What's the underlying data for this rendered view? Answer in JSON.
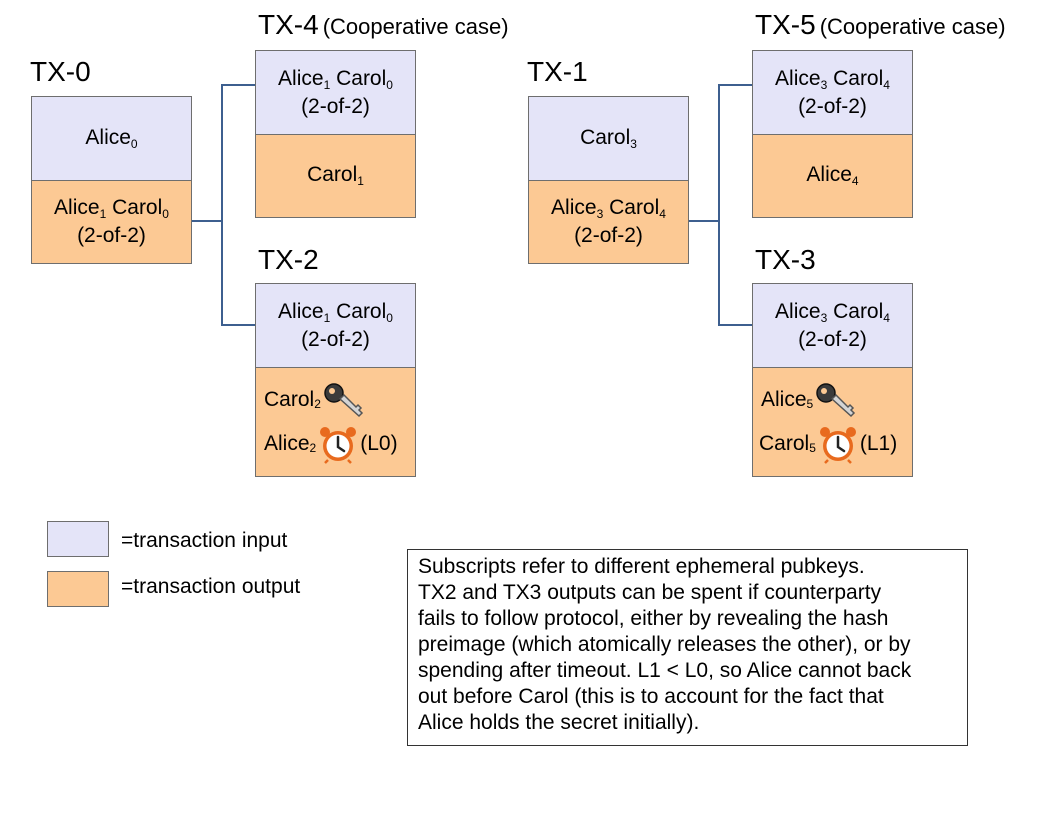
{
  "tx0": {
    "title": "TX-0",
    "input": {
      "name": "Alice",
      "sub": "0"
    },
    "output": {
      "a": "Alice",
      "a_sub": "1",
      "b": "Carol",
      "b_sub": "0",
      "kind": "(2-of-2)"
    }
  },
  "tx1": {
    "title": "TX-1",
    "input": {
      "name": "Carol",
      "sub": "3"
    },
    "output": {
      "a": "Alice",
      "a_sub": "3",
      "b": "Carol",
      "b_sub": "4",
      "kind": "(2-of-2)"
    }
  },
  "tx4": {
    "title": "TX-4",
    "subtitle": "(Cooperative case)",
    "input": {
      "a": "Alice",
      "a_sub": "1",
      "b": "Carol",
      "b_sub": "0",
      "kind": "(2-of-2)"
    },
    "output": {
      "name": "Carol",
      "sub": "1"
    }
  },
  "tx5": {
    "title": "TX-5",
    "subtitle": "(Cooperative case)",
    "input": {
      "a": "Alice",
      "a_sub": "3",
      "b": "Carol",
      "b_sub": "4",
      "kind": "(2-of-2)"
    },
    "output": {
      "name": "Alice",
      "sub": "4"
    }
  },
  "tx2": {
    "title": "TX-2",
    "input": {
      "a": "Alice",
      "a_sub": "1",
      "b": "Carol",
      "b_sub": "0",
      "kind": "(2-of-2)"
    },
    "output": {
      "line1": {
        "name": "Carol",
        "sub": "2",
        "icon": "key-icon"
      },
      "line2": {
        "name": "Alice",
        "sub": "2",
        "icon": "alarm-clock-icon",
        "suffix": "(L0)"
      }
    }
  },
  "tx3": {
    "title": "TX-3",
    "input": {
      "a": "Alice",
      "a_sub": "3",
      "b": "Carol",
      "b_sub": "4",
      "kind": "(2-of-2)"
    },
    "output": {
      "line1": {
        "name": "Alice",
        "sub": "5",
        "icon": "key-icon"
      },
      "line2": {
        "name": "Carol",
        "sub": "5",
        "icon": "alarm-clock-icon",
        "suffix": "(L1)"
      }
    }
  },
  "legend": {
    "input_label": "=transaction input",
    "output_label": "=transaction output",
    "input_color": "#e4e4f8",
    "output_color": "#fcc994"
  },
  "note": {
    "lines": [
      "Subscripts refer to different ephemeral pubkeys.",
      "TX2 and TX3 outputs can be spent if counterparty",
      "fails to follow protocol, either by revealing the hash",
      "preimage (which atomically releases the other), or by",
      "spending after timeout. L1 < L0, so Alice cannot back",
      "out before Carol (this is to account for the fact that",
      "Alice holds the secret initially)."
    ]
  },
  "colors": {
    "connector": "#3d5f8f",
    "box_border": "#6e6e6e"
  }
}
